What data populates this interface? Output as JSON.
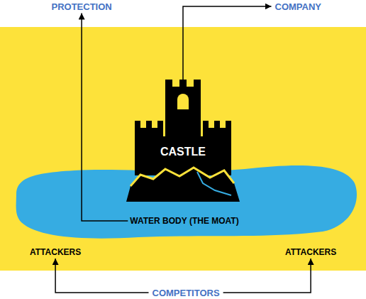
{
  "diagram": {
    "nodes": [
      {
        "text": [
          "PROTECTION"
        ]
      },
      {
        "text": [
          "COMPANY"
        ]
      },
      {
        "text": [
          "CASTLE"
        ]
      },
      {
        "text": [
          "WATER BODY (THE MOAT)"
        ]
      },
      {
        "text": [
          "ATTACKERS"
        ]
      },
      {
        "text": [
          "ATTACKERS"
        ]
      },
      {
        "text": [
          "COMPETITORS"
        ]
      }
    ],
    "edges": [
      {
        "from": 3,
        "to": 0,
        "arrow": "to"
      },
      {
        "from": 2,
        "to": 1,
        "arrow": "to"
      },
      {
        "from": 6,
        "to": 4,
        "arrow": "to"
      },
      {
        "from": 6,
        "to": 5,
        "arrow": "to"
      }
    ]
  }
}
